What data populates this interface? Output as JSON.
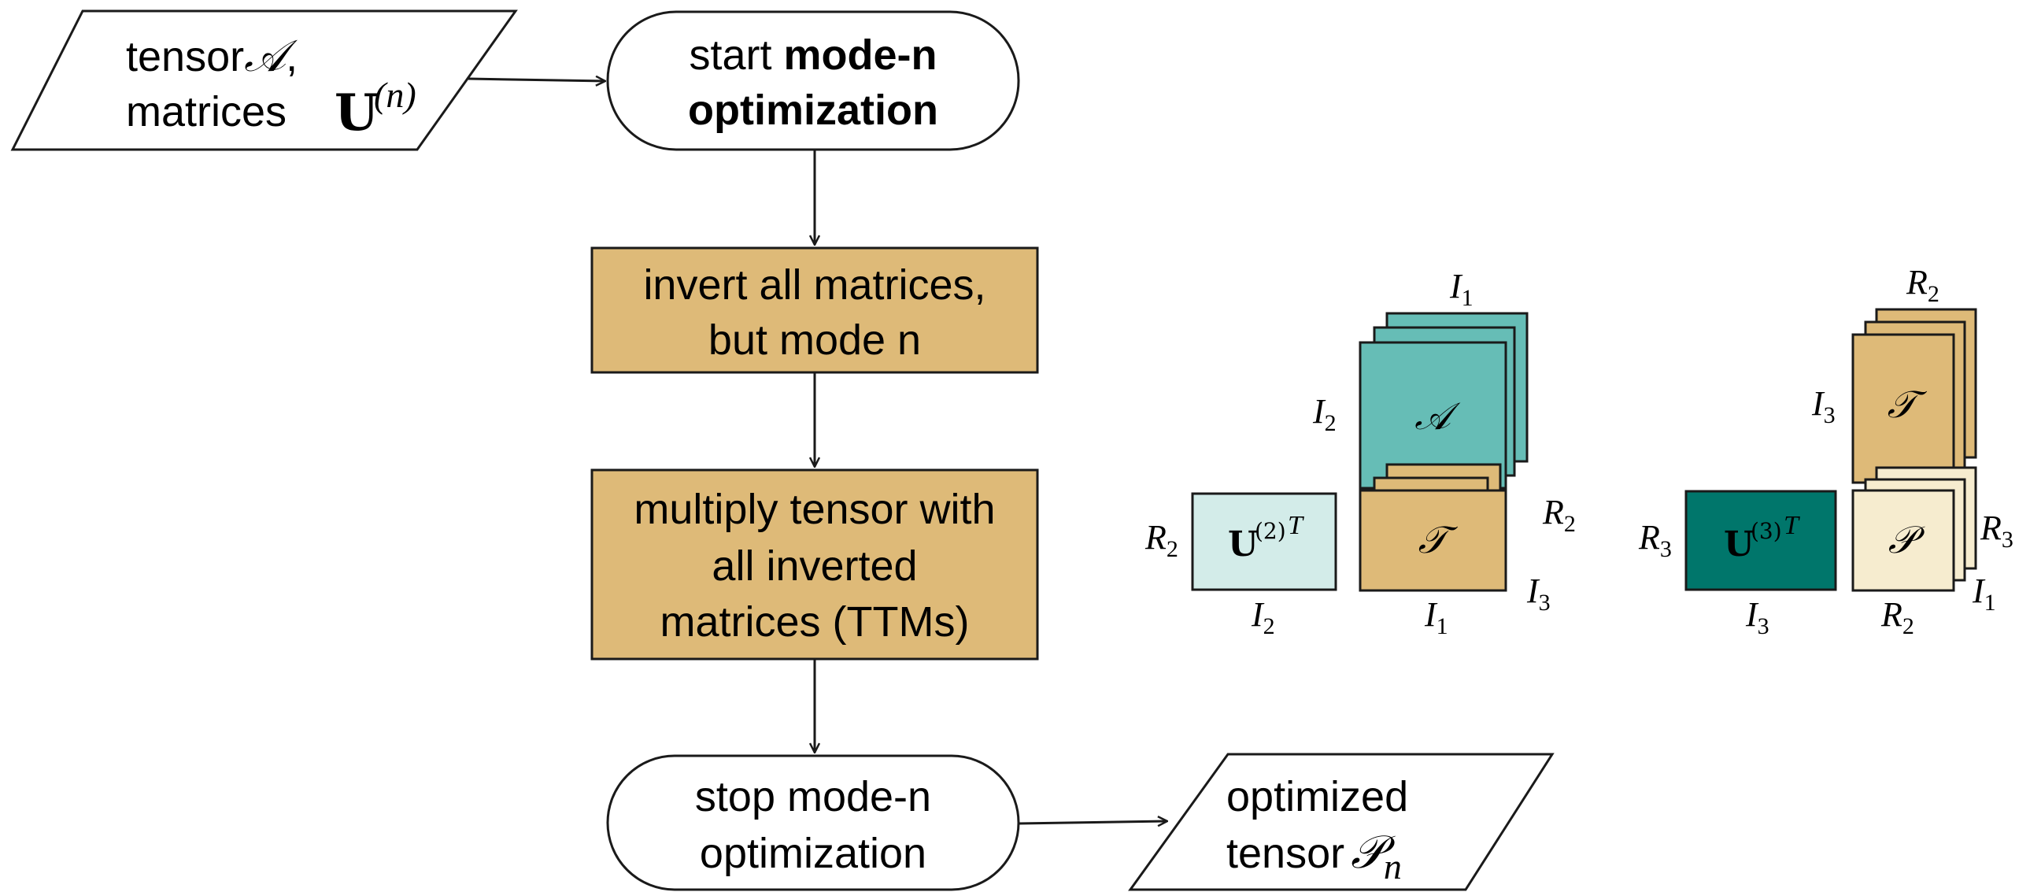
{
  "colors": {
    "tan": "#deba78",
    "teal": "#66bdb6",
    "light_teal": "#d3ece9",
    "dark_teal": "#00766b",
    "cream": "#f6eccf",
    "stroke": "#1a1a1a"
  },
  "flow": {
    "input": {
      "line1_word": "tensor",
      "line1_symbol": "𝒜",
      "line1_comma": ",",
      "line2_word": "matrices",
      "line2_U": "U",
      "line2_exp": "(n)"
    },
    "start": {
      "word": "start",
      "bold_word": "mode-n",
      "line2": "optimization"
    },
    "invert": {
      "line1": "invert all matrices,",
      "line2": "but mode n"
    },
    "multiply": {
      "line1": "multiply tensor with",
      "line2": "all inverted",
      "line3": "matrices (TTMs)"
    },
    "stop": {
      "line1": "stop mode-n",
      "line2": "optimization"
    },
    "output": {
      "line1": "optimized",
      "line2_word": "tensor",
      "line2_symbol": "𝒫",
      "line2_sub": "n"
    }
  },
  "diagram_a": {
    "tensor_A": "𝒜",
    "tensor_T": "𝒯",
    "matrix_U": "U",
    "matrix_exp": "(2)",
    "matrix_T": "T",
    "labels": {
      "top_I": "I",
      "top_I_sub": "1",
      "left_I": "I",
      "left_I_sub": "2",
      "left_R": "R",
      "left_R_sub": "2",
      "bottom_U_I": "I",
      "bottom_U_I_sub": "2",
      "bottom_T_I": "I",
      "bottom_T_I_sub": "1",
      "right_R": "R",
      "right_R_sub": "2",
      "right_I": "I",
      "right_I_sub": "3"
    }
  },
  "diagram_b": {
    "tensor_T": "𝒯",
    "tensor_P": "𝒫",
    "matrix_U": "U",
    "matrix_exp": "(3)",
    "matrix_T": "T",
    "labels": {
      "top_R": "R",
      "top_R_sub": "2",
      "left_I": "I",
      "left_I_sub": "3",
      "left_R": "R",
      "left_R_sub": "3",
      "bottom_U_I": "I",
      "bottom_U_I_sub": "3",
      "bottom_P_R": "R",
      "bottom_P_R_sub": "2",
      "right_R": "R",
      "right_R_sub": "3",
      "right_I": "I",
      "right_I_sub": "1"
    }
  }
}
